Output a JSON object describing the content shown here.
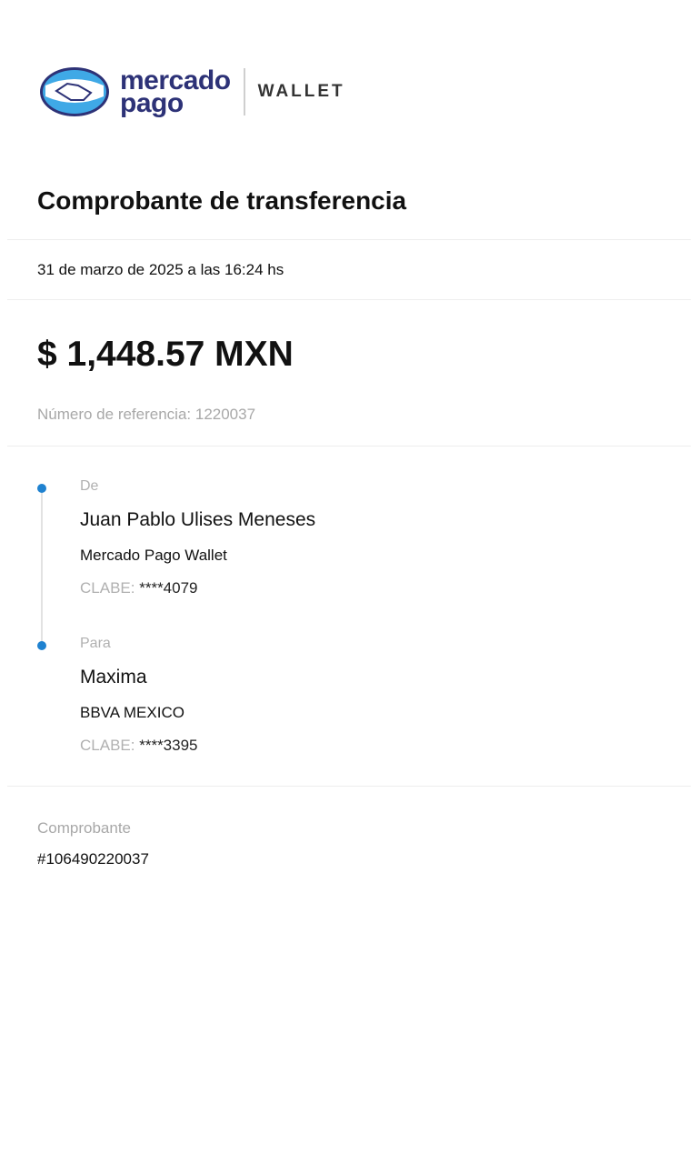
{
  "header": {
    "brand_line1": "mercado",
    "brand_line2": "pago",
    "product": "WALLET"
  },
  "title": "Comprobante de transferencia",
  "date": "31 de marzo de 2025 a las 16:24 hs",
  "amount": "$ 1,448.57 MXN",
  "reference": "Número de referencia: 1220037",
  "from": {
    "label": "De",
    "name": "Juan Pablo Ulises Meneses",
    "bank": "Mercado Pago Wallet",
    "clabe_label": "CLABE:",
    "clabe": "****4079"
  },
  "to": {
    "label": "Para",
    "name": "Maxima",
    "bank": "BBVA MEXICO",
    "clabe_label": "CLABE:",
    "clabe": "****3395"
  },
  "receipt": {
    "label": "Comprobante",
    "value": "#106490220037"
  },
  "colors": {
    "brand": "#2d3277",
    "accent": "#1f82d0"
  }
}
